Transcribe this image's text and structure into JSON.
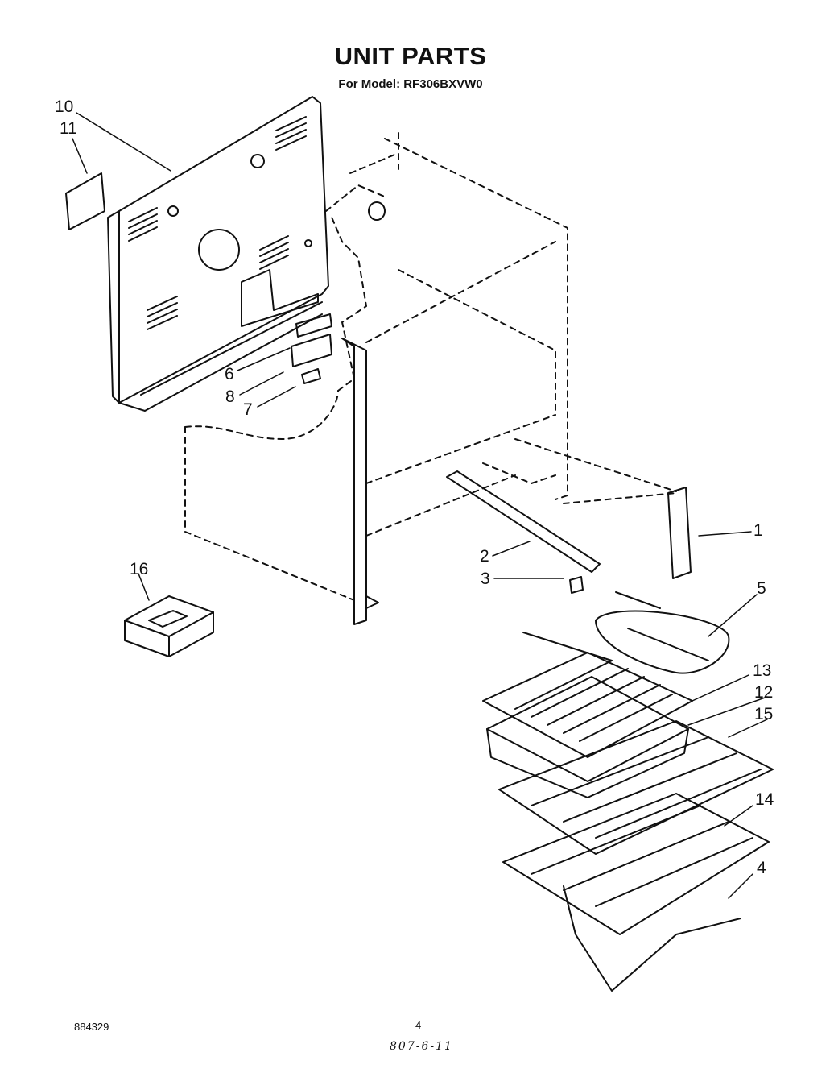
{
  "title": "UNIT PARTS",
  "subtitle": "For Model: RF306BXVW0",
  "callouts": [
    "10",
    "11",
    "6",
    "8",
    "7",
    "1",
    "2",
    "3",
    "5",
    "13",
    "12",
    "15",
    "14",
    "4",
    "16"
  ],
  "footer": {
    "doc_number": "884329",
    "page_number": "4",
    "handwritten_code": "807-6-11"
  }
}
